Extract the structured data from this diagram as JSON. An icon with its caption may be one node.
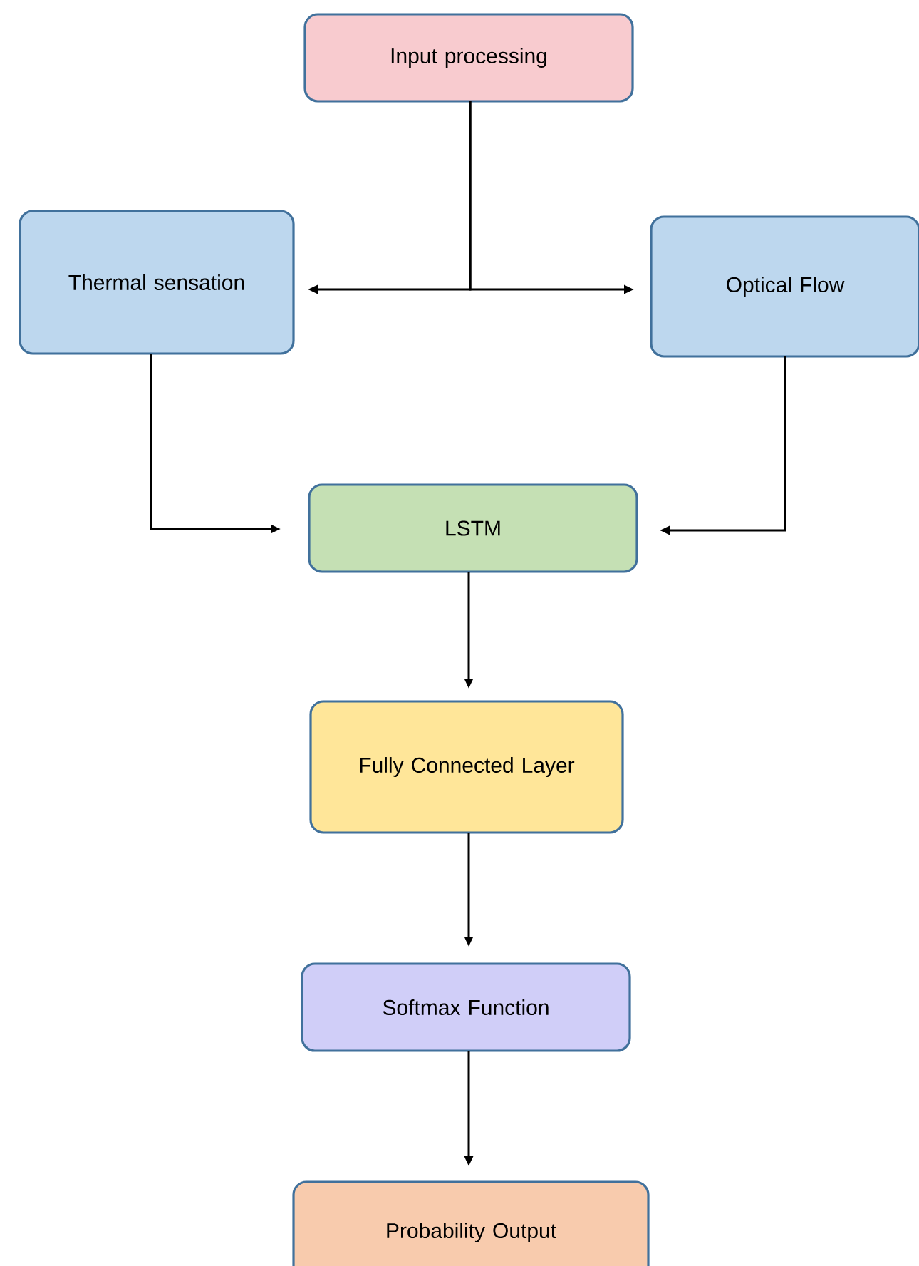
{
  "diagram": {
    "nodes": [
      {
        "text": [
          "Input processing"
        ]
      },
      {
        "text": [
          "Thermal sensation"
        ]
      },
      {
        "text": [
          "Optical Flow"
        ]
      },
      {
        "text": [
          "LSTM"
        ]
      },
      {
        "text": [
          "Fully Connected Layer"
        ]
      },
      {
        "text": [
          "Softmax Function"
        ]
      },
      {
        "text": [
          "Probability Output"
        ]
      }
    ],
    "edges": [
      {
        "from": 0,
        "to": 1,
        "arrow": "to"
      },
      {
        "from": 0,
        "to": 2,
        "arrow": "to"
      },
      {
        "from": 1,
        "to": 3,
        "arrow": "to"
      },
      {
        "from": 2,
        "to": 3,
        "arrow": "to"
      },
      {
        "from": 3,
        "to": 4,
        "arrow": "to"
      },
      {
        "from": 4,
        "to": 5,
        "arrow": "to"
      },
      {
        "from": 5,
        "to": 6,
        "arrow": "to"
      }
    ]
  }
}
